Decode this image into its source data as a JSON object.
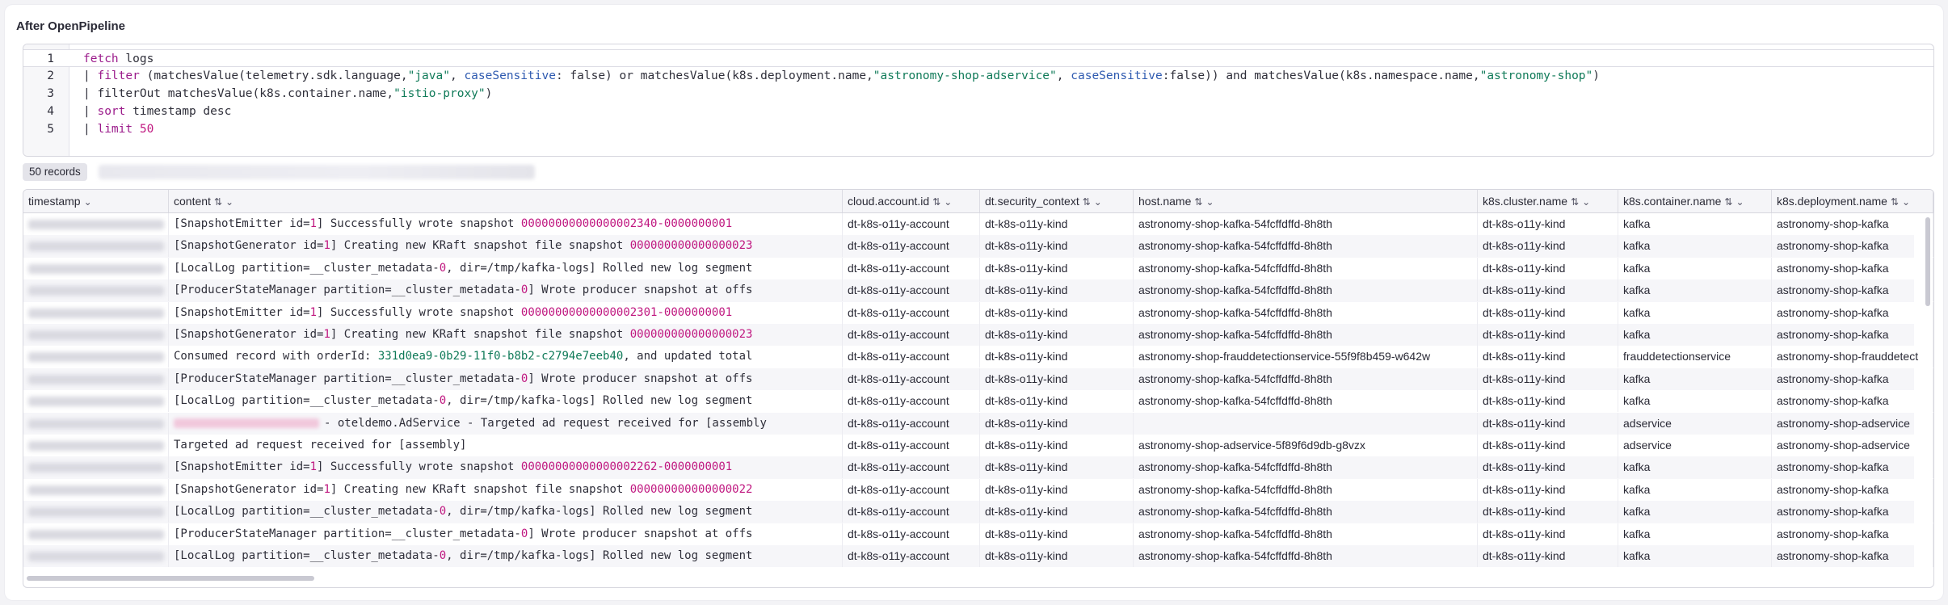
{
  "section_title": "After OpenPipeline",
  "editor": {
    "lines": [
      {
        "num": "1",
        "tokens": [
          {
            "t": "fetch",
            "c": "kw"
          },
          {
            "t": " logs",
            "c": "txt"
          }
        ]
      },
      {
        "num": "2",
        "tokens": [
          {
            "t": "| ",
            "c": "txt"
          },
          {
            "t": "filter",
            "c": "kw"
          },
          {
            "t": " (matchesValue(telemetry.sdk.language,",
            "c": "txt"
          },
          {
            "t": "\"java\"",
            "c": "str"
          },
          {
            "t": ", ",
            "c": "txt"
          },
          {
            "t": "caseSensitive",
            "c": "prm"
          },
          {
            "t": ": false) or matchesValue(k8s.deployment.name,",
            "c": "txt"
          },
          {
            "t": "\"astronomy-shop-adservice\"",
            "c": "str"
          },
          {
            "t": ", ",
            "c": "txt"
          },
          {
            "t": "caseSensitive",
            "c": "prm"
          },
          {
            "t": ":false)) and matchesValue(k8s.namespace.name,",
            "c": "txt"
          },
          {
            "t": "\"astronomy-shop\"",
            "c": "str"
          },
          {
            "t": ")",
            "c": "txt"
          }
        ]
      },
      {
        "num": "3",
        "tokens": [
          {
            "t": "| ",
            "c": "txt"
          },
          {
            "t": "filterOut",
            "c": "txt"
          },
          {
            "t": " matchesValue(k8s.container.name,",
            "c": "txt"
          },
          {
            "t": "\"istio-proxy\"",
            "c": "str"
          },
          {
            "t": ")",
            "c": "txt"
          }
        ]
      },
      {
        "num": "4",
        "tokens": [
          {
            "t": "| ",
            "c": "txt"
          },
          {
            "t": "sort",
            "c": "kw"
          },
          {
            "t": " timestamp desc",
            "c": "txt"
          }
        ]
      },
      {
        "num": "5",
        "tokens": [
          {
            "t": "| ",
            "c": "txt"
          },
          {
            "t": "limit",
            "c": "kw"
          },
          {
            "t": " ",
            "c": "txt"
          },
          {
            "t": "50",
            "c": "num"
          }
        ]
      }
    ]
  },
  "records_badge": "50 records",
  "table": {
    "columns": [
      {
        "label": "timestamp",
        "sort_icon": false
      },
      {
        "label": "content",
        "sort_icon": true
      },
      {
        "label": "cloud.account.id",
        "sort_icon": true
      },
      {
        "label": "dt.security_context",
        "sort_icon": true
      },
      {
        "label": "host.name",
        "sort_icon": true
      },
      {
        "label": "k8s.cluster.name",
        "sort_icon": true
      },
      {
        "label": "k8s.container.name",
        "sort_icon": true
      },
      {
        "label": "k8s.deployment.name",
        "sort_icon": true
      }
    ],
    "rows": [
      {
        "content": [
          {
            "t": "[SnapshotEmitter id=",
            "c": "txt"
          },
          {
            "t": "1",
            "c": "num"
          },
          {
            "t": "] Successfully wrote snapshot ",
            "c": "txt"
          },
          {
            "t": "00000000000000002340-0000000001",
            "c": "num"
          }
        ],
        "cloud": "dt-k8s-o11y-account",
        "sec": "dt-k8s-o11y-kind",
        "host": "astronomy-shop-kafka-54fcffdffd-8h8th",
        "cluster": "dt-k8s-o11y-kind",
        "container": "kafka",
        "deployment": "astronomy-shop-kafka"
      },
      {
        "content": [
          {
            "t": "[SnapshotGenerator id=",
            "c": "txt"
          },
          {
            "t": "1",
            "c": "num"
          },
          {
            "t": "] Creating new KRaft snapshot file snapshot ",
            "c": "txt"
          },
          {
            "t": "000000000000000023",
            "c": "num"
          }
        ],
        "cloud": "dt-k8s-o11y-account",
        "sec": "dt-k8s-o11y-kind",
        "host": "astronomy-shop-kafka-54fcffdffd-8h8th",
        "cluster": "dt-k8s-o11y-kind",
        "container": "kafka",
        "deployment": "astronomy-shop-kafka"
      },
      {
        "content": [
          {
            "t": "[LocalLog partition=__cluster_metadata-",
            "c": "txt"
          },
          {
            "t": "0",
            "c": "num"
          },
          {
            "t": ", dir=/tmp/kafka-logs] Rolled new log segment",
            "c": "txt"
          }
        ],
        "cloud": "dt-k8s-o11y-account",
        "sec": "dt-k8s-o11y-kind",
        "host": "astronomy-shop-kafka-54fcffdffd-8h8th",
        "cluster": "dt-k8s-o11y-kind",
        "container": "kafka",
        "deployment": "astronomy-shop-kafka"
      },
      {
        "content": [
          {
            "t": "[ProducerStateManager partition=__cluster_metadata-",
            "c": "txt"
          },
          {
            "t": "0",
            "c": "num"
          },
          {
            "t": "] Wrote producer snapshot at offs",
            "c": "txt"
          }
        ],
        "cloud": "dt-k8s-o11y-account",
        "sec": "dt-k8s-o11y-kind",
        "host": "astronomy-shop-kafka-54fcffdffd-8h8th",
        "cluster": "dt-k8s-o11y-kind",
        "container": "kafka",
        "deployment": "astronomy-shop-kafka"
      },
      {
        "content": [
          {
            "t": "[SnapshotEmitter id=",
            "c": "txt"
          },
          {
            "t": "1",
            "c": "num"
          },
          {
            "t": "] Successfully wrote snapshot ",
            "c": "txt"
          },
          {
            "t": "00000000000000002301-0000000001",
            "c": "num"
          }
        ],
        "cloud": "dt-k8s-o11y-account",
        "sec": "dt-k8s-o11y-kind",
        "host": "astronomy-shop-kafka-54fcffdffd-8h8th",
        "cluster": "dt-k8s-o11y-kind",
        "container": "kafka",
        "deployment": "astronomy-shop-kafka"
      },
      {
        "content": [
          {
            "t": "[SnapshotGenerator id=",
            "c": "txt"
          },
          {
            "t": "1",
            "c": "num"
          },
          {
            "t": "] Creating new KRaft snapshot file snapshot ",
            "c": "txt"
          },
          {
            "t": "000000000000000023",
            "c": "num"
          }
        ],
        "cloud": "dt-k8s-o11y-account",
        "sec": "dt-k8s-o11y-kind",
        "host": "astronomy-shop-kafka-54fcffdffd-8h8th",
        "cluster": "dt-k8s-o11y-kind",
        "container": "kafka",
        "deployment": "astronomy-shop-kafka"
      },
      {
        "content": [
          {
            "t": "Consumed record with orderId: ",
            "c": "txt"
          },
          {
            "t": "331d0ea9-0b29-11f0-b8b2-c2794e7eeb40",
            "c": "str"
          },
          {
            "t": ", and updated total",
            "c": "txt"
          }
        ],
        "cloud": "dt-k8s-o11y-account",
        "sec": "dt-k8s-o11y-kind",
        "host": "astronomy-shop-frauddetectionservice-55f9f8b459-w642w",
        "cluster": "dt-k8s-o11y-kind",
        "container": "frauddetectionservice",
        "deployment": "astronomy-shop-frauddetect"
      },
      {
        "content": [
          {
            "t": "[ProducerStateManager partition=__cluster_metadata-",
            "c": "txt"
          },
          {
            "t": "0",
            "c": "num"
          },
          {
            "t": "] Wrote producer snapshot at offs",
            "c": "txt"
          }
        ],
        "cloud": "dt-k8s-o11y-account",
        "sec": "dt-k8s-o11y-kind",
        "host": "astronomy-shop-kafka-54fcffdffd-8h8th",
        "cluster": "dt-k8s-o11y-kind",
        "container": "kafka",
        "deployment": "astronomy-shop-kafka"
      },
      {
        "content": [
          {
            "t": "[LocalLog partition=__cluster_metadata-",
            "c": "txt"
          },
          {
            "t": "0",
            "c": "num"
          },
          {
            "t": ", dir=/tmp/kafka-logs] Rolled new log segment",
            "c": "txt"
          }
        ],
        "cloud": "dt-k8s-o11y-account",
        "sec": "dt-k8s-o11y-kind",
        "host": "astronomy-shop-kafka-54fcffdffd-8h8th",
        "cluster": "dt-k8s-o11y-kind",
        "container": "kafka",
        "deployment": "astronomy-shop-kafka"
      },
      {
        "content": [
          {
            "t": "- oteldemo.AdService - Targeted ad request received for [assembly",
            "c": "txt"
          }
        ],
        "blur_prefix": true,
        "cloud": "dt-k8s-o11y-account",
        "sec": "dt-k8s-o11y-kind",
        "host": "",
        "cluster": "dt-k8s-o11y-kind",
        "container": "adservice",
        "deployment": "astronomy-shop-adservice"
      },
      {
        "content": [
          {
            "t": "Targeted ad request received for [assembly]",
            "c": "txt"
          }
        ],
        "cloud": "dt-k8s-o11y-account",
        "sec": "dt-k8s-o11y-kind",
        "host": "astronomy-shop-adservice-5f89f6d9db-g8vzx",
        "cluster": "dt-k8s-o11y-kind",
        "container": "adservice",
        "deployment": "astronomy-shop-adservice"
      },
      {
        "content": [
          {
            "t": "[SnapshotEmitter id=",
            "c": "txt"
          },
          {
            "t": "1",
            "c": "num"
          },
          {
            "t": "] Successfully wrote snapshot ",
            "c": "txt"
          },
          {
            "t": "00000000000000002262-0000000001",
            "c": "num"
          }
        ],
        "cloud": "dt-k8s-o11y-account",
        "sec": "dt-k8s-o11y-kind",
        "host": "astronomy-shop-kafka-54fcffdffd-8h8th",
        "cluster": "dt-k8s-o11y-kind",
        "container": "kafka",
        "deployment": "astronomy-shop-kafka"
      },
      {
        "content": [
          {
            "t": "[SnapshotGenerator id=",
            "c": "txt"
          },
          {
            "t": "1",
            "c": "num"
          },
          {
            "t": "] Creating new KRaft snapshot file snapshot ",
            "c": "txt"
          },
          {
            "t": "000000000000000022",
            "c": "num"
          }
        ],
        "cloud": "dt-k8s-o11y-account",
        "sec": "dt-k8s-o11y-kind",
        "host": "astronomy-shop-kafka-54fcffdffd-8h8th",
        "cluster": "dt-k8s-o11y-kind",
        "container": "kafka",
        "deployment": "astronomy-shop-kafka"
      },
      {
        "content": [
          {
            "t": "[LocalLog partition=__cluster_metadata-",
            "c": "txt"
          },
          {
            "t": "0",
            "c": "num"
          },
          {
            "t": ", dir=/tmp/kafka-logs] Rolled new log segment",
            "c": "txt"
          }
        ],
        "cloud": "dt-k8s-o11y-account",
        "sec": "dt-k8s-o11y-kind",
        "host": "astronomy-shop-kafka-54fcffdffd-8h8th",
        "cluster": "dt-k8s-o11y-kind",
        "container": "kafka",
        "deployment": "astronomy-shop-kafka"
      },
      {
        "content": [
          {
            "t": "[ProducerStateManager partition=__cluster_metadata-",
            "c": "txt"
          },
          {
            "t": "0",
            "c": "num"
          },
          {
            "t": "] Wrote producer snapshot at offs",
            "c": "txt"
          }
        ],
        "cloud": "dt-k8s-o11y-account",
        "sec": "dt-k8s-o11y-kind",
        "host": "astronomy-shop-kafka-54fcffdffd-8h8th",
        "cluster": "dt-k8s-o11y-kind",
        "container": "kafka",
        "deployment": "astronomy-shop-kafka"
      },
      {
        "content": [
          {
            "t": "[LocalLog partition=__cluster_metadata-",
            "c": "txt"
          },
          {
            "t": "0",
            "c": "num"
          },
          {
            "t": ", dir=/tmp/kafka-logs] Rolled new log segment",
            "c": "txt"
          }
        ],
        "cloud": "dt-k8s-o11y-account",
        "sec": "dt-k8s-o11y-kind",
        "host": "astronomy-shop-kafka-54fcffdffd-8h8th",
        "cluster": "dt-k8s-o11y-kind",
        "container": "kafka",
        "deployment": "astronomy-shop-kafka"
      }
    ]
  },
  "icons": {
    "sort": "sort-arrows-icon",
    "chevron": "chevron-down-icon"
  },
  "colors": {
    "keyword": "#9b1b8b",
    "string": "#0f7a58",
    "number": "#c01880",
    "param": "#2e5ab0"
  }
}
